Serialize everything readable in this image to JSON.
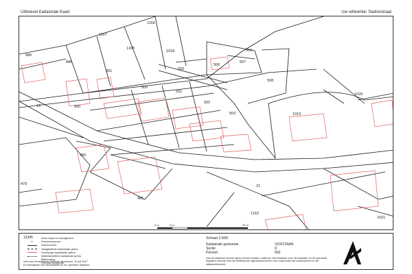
{
  "header": {
    "title": "Uittreksel Kadastrale Kaart",
    "reference": "Uw referentie: Stationstraat"
  },
  "map": {
    "parcels": [
      "1166",
      "1167",
      "1168",
      "1018",
      "986",
      "888",
      "991",
      "505",
      "506",
      "507",
      "508",
      "500",
      "501",
      "502",
      "503",
      "509",
      "19",
      "990",
      "1020",
      "1019",
      "480",
      "481",
      "479",
      "21",
      "1163",
      "1021"
    ],
    "scale_bar": [
      "0 m",
      "5 m",
      "20 m"
    ]
  },
  "legend": {
    "items": [
      "Deze kaart is noordgericht",
      "Perceelnummer",
      "Huisnummer",
      "Vastgestelde kadastrale grens",
      "Voorlopige kadastrale grens",
      "Administratieve kadastrale grens",
      "Bebouwing",
      "Overige topografie"
    ],
    "sample_number": "12345",
    "sample_house": "25",
    "footer_1": "Voor een eensluidend uittreksel, Apeldoorn, 29 juli 2017",
    "footer_2": "De bewaarder van het kadaster en de openbare registers"
  },
  "info": {
    "scale": "Schaal 1:500",
    "rows": [
      {
        "label": "Kadastrale gemeente",
        "value": "OOSTZAAN"
      },
      {
        "label": "Sectie",
        "value": "D"
      },
      {
        "label": "Perceel",
        "value": "503"
      }
    ],
    "disclaimer": "Aan dit uittreksel kunnen geen rechten worden ontleend. Het Kadaster voor het kadaster en de openbare registers behoudt zich de intellectuele eigendomsrechten voor, waaronder het auteursrecht en het databankenrecht."
  },
  "colors": {
    "lines": "#1a1a1a",
    "buildings": "#e06060",
    "border": "#333333"
  }
}
